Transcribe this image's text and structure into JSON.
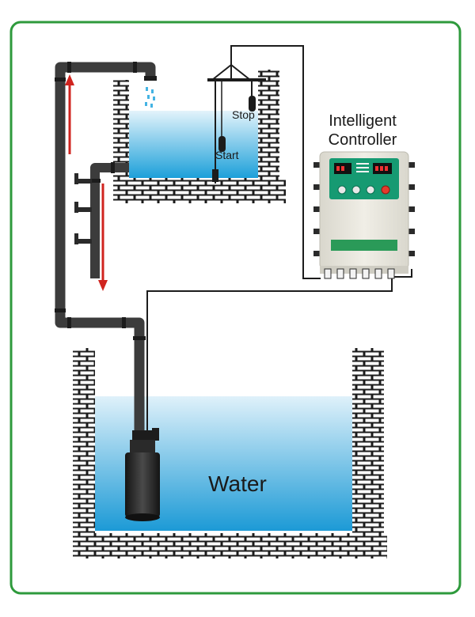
{
  "labels": {
    "stop": "Stop",
    "start": "Start",
    "controller_line1": "Intelligent",
    "controller_line2": "Controller",
    "water": "Water"
  },
  "colors": {
    "frame": "#2e9a3c",
    "water_light": "#e3f3fb",
    "water_dark": "#1a9fd9",
    "pipe": "#3c3c3c",
    "arrow": "#d0241f",
    "controller_body": "#e7e5dc",
    "controller_panel": "#169a72",
    "controller_strip": "#2a9a58",
    "brick": "#ffffff",
    "mortar": "#1c1c1c"
  },
  "icons": [
    "brick-wall",
    "float-switch-icon",
    "submersible-pump-icon",
    "faucet-icon",
    "water-drops-icon",
    "flow-arrow-icon",
    "controller-device-icon"
  ]
}
